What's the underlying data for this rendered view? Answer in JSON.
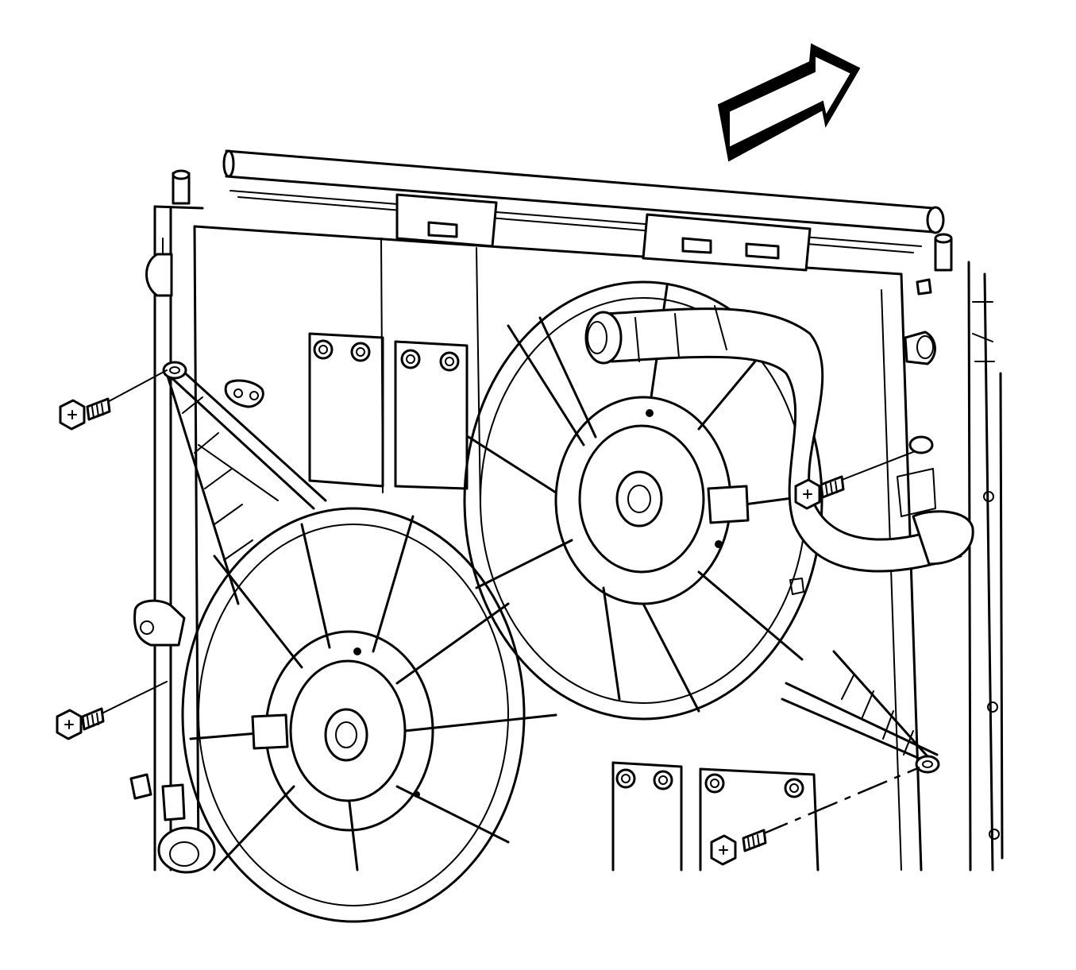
{
  "diagram": {
    "subject": "radiator-fan-shroud-assembly",
    "icons": {
      "direction_arrow": "front-direction-arrow-icon",
      "bolt": "bolt-icon"
    },
    "colors": {
      "line": "#000000",
      "background": "#ffffff"
    },
    "parts": {
      "fasteners_count": 4,
      "fans_count": 2
    }
  }
}
